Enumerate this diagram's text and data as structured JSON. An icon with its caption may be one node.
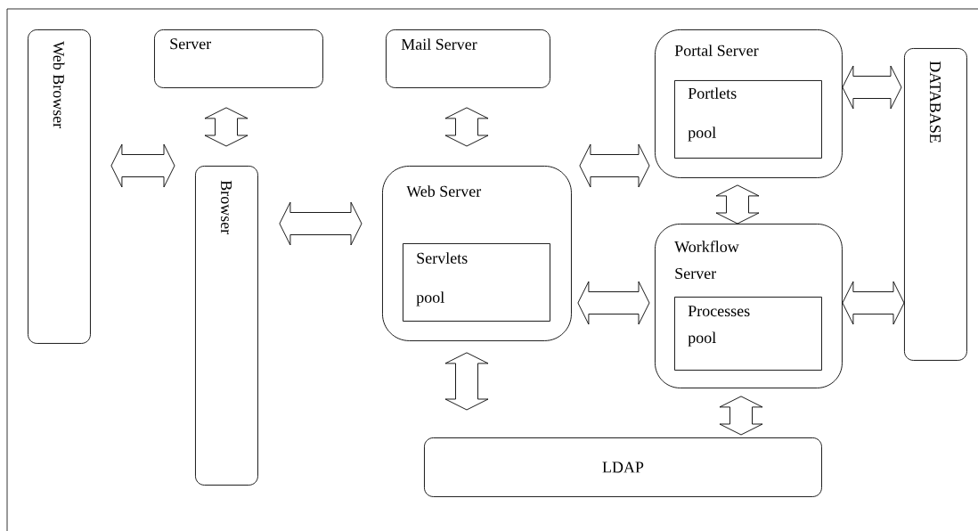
{
  "diagram": {
    "nodes": [
      {
        "text": [
          "Web Browser"
        ]
      },
      {
        "text": [
          "Server"
        ]
      },
      {
        "text": [
          "Mail Server"
        ]
      },
      {
        "text": [
          "Portal Server"
        ]
      },
      {
        "text": [
          "Portlets pool"
        ],
        "in": 3
      },
      {
        "text": [
          "Web Server"
        ]
      },
      {
        "text": [
          "Servlets pool"
        ],
        "in": 5
      },
      {
        "text": [
          "Workflow Server"
        ]
      },
      {
        "text": [
          "Processes pool"
        ],
        "in": 7
      },
      {
        "text": [
          "Browser"
        ]
      },
      {
        "text": [
          "DATABASE"
        ]
      },
      {
        "text": [
          "LDAP"
        ]
      }
    ],
    "edges": [
      {
        "from": 0,
        "to": 9,
        "arrow": "both"
      },
      {
        "from": 1,
        "to": 9,
        "arrow": "both"
      },
      {
        "from": 9,
        "to": 5,
        "arrow": "both"
      },
      {
        "from": 2,
        "to": 5,
        "arrow": "both"
      },
      {
        "from": 5,
        "to": 3,
        "arrow": "both"
      },
      {
        "from": 5,
        "to": 7,
        "arrow": "both"
      },
      {
        "from": 3,
        "to": 7,
        "arrow": "both"
      },
      {
        "from": 3,
        "to": 10,
        "arrow": "both"
      },
      {
        "from": 7,
        "to": 10,
        "arrow": "both"
      },
      {
        "from": 5,
        "to": 11,
        "arrow": "both"
      },
      {
        "from": 7,
        "to": 11,
        "arrow": "both"
      }
    ]
  }
}
